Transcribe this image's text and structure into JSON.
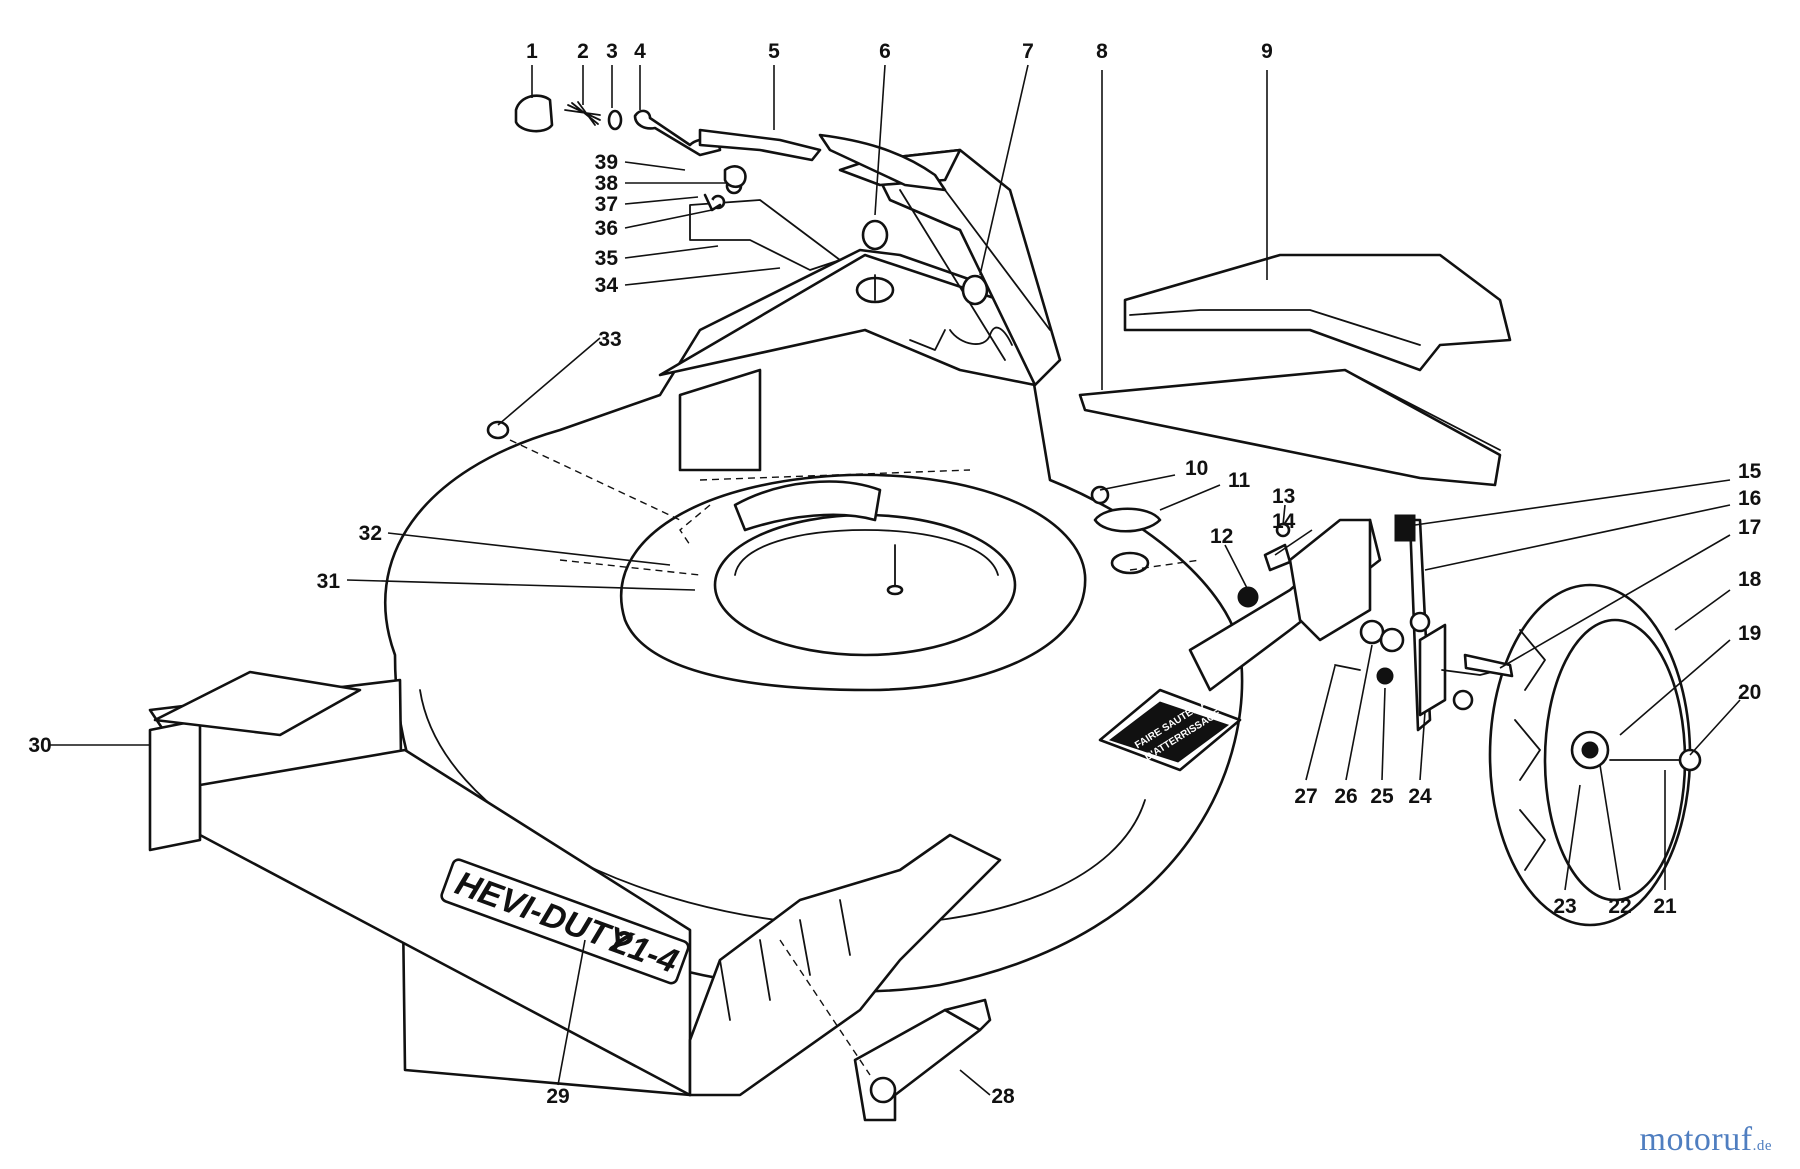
{
  "diagram": {
    "decal": {
      "brand": "HEVI-DUTY",
      "model": "21-4"
    },
    "plate": {
      "line1": "FAIRE SAUTER AVANT",
      "line2": "D'ATTERRISSAGE"
    },
    "callouts": [
      "1",
      "2",
      "3",
      "4",
      "5",
      "6",
      "7",
      "8",
      "9",
      "10",
      "11",
      "12",
      "13",
      "14",
      "15",
      "16",
      "17",
      "18",
      "19",
      "20",
      "21",
      "22",
      "23",
      "24",
      "25",
      "26",
      "27",
      "28",
      "29",
      "30",
      "31",
      "32",
      "33",
      "34",
      "35",
      "36",
      "37",
      "38",
      "39"
    ]
  },
  "watermark": {
    "brand": "motoruf",
    "tld": ".de"
  }
}
